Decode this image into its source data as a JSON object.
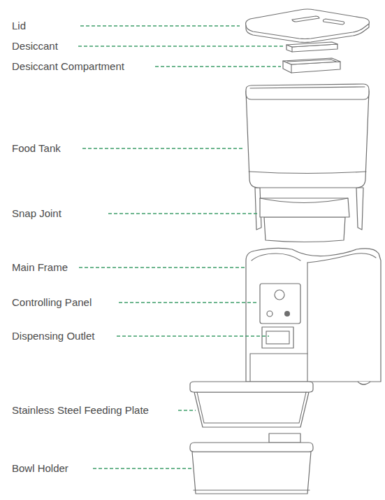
{
  "diagram": {
    "labels": [
      "Lid",
      "Desiccant",
      "Desiccant Compartment",
      "Food Tank",
      "Snap Joint",
      "Main Frame",
      "Controlling Panel",
      "Dispensing Outlet",
      "Stainless Steel Feeding Plate",
      "Bowl Holder"
    ]
  }
}
